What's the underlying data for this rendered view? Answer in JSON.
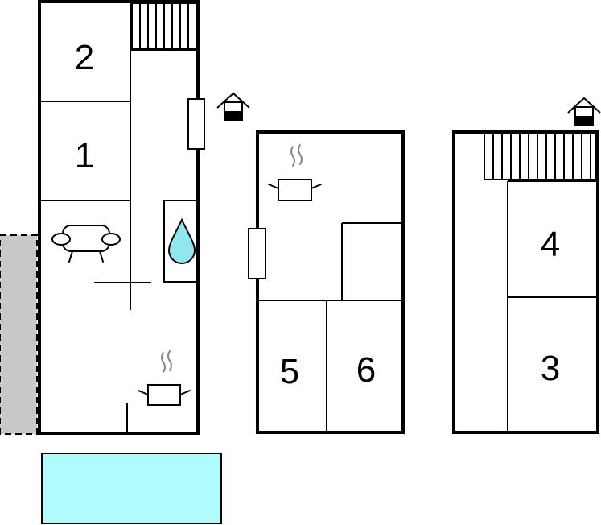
{
  "floorplan": {
    "rooms": [
      {
        "id": "room-1",
        "label": "1"
      },
      {
        "id": "room-2",
        "label": "2"
      },
      {
        "id": "room-3",
        "label": "3"
      },
      {
        "id": "room-4",
        "label": "4"
      },
      {
        "id": "room-5",
        "label": "5"
      },
      {
        "id": "room-6",
        "label": "6"
      }
    ],
    "colors": {
      "wall": "#000000",
      "terrace": "#c8c8c8",
      "pool": "#b0fcfc",
      "water_drop": "#8fe8ef"
    },
    "icons": [
      "stairs-icon",
      "entrance-icon",
      "sofa-icon",
      "shower-icon",
      "kitchen-icon",
      "door-icon"
    ]
  }
}
